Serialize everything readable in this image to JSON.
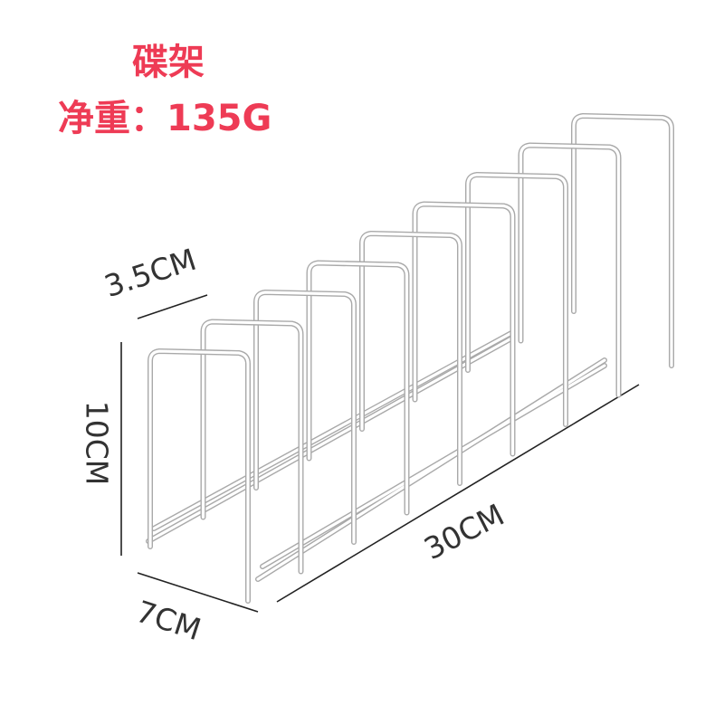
{
  "header": {
    "title": "碟架",
    "weight": "净重：135G"
  },
  "dimensions": {
    "depth_top": "3.5CM",
    "height": "10CM",
    "length": "30CM",
    "depth_bottom": "7CM"
  },
  "colors": {
    "title": "#ee3b55",
    "dimension_text": "#333333",
    "wire": "#a9a9a9",
    "dimension_line": "#222222"
  },
  "rack": {
    "divider_count": 9
  }
}
